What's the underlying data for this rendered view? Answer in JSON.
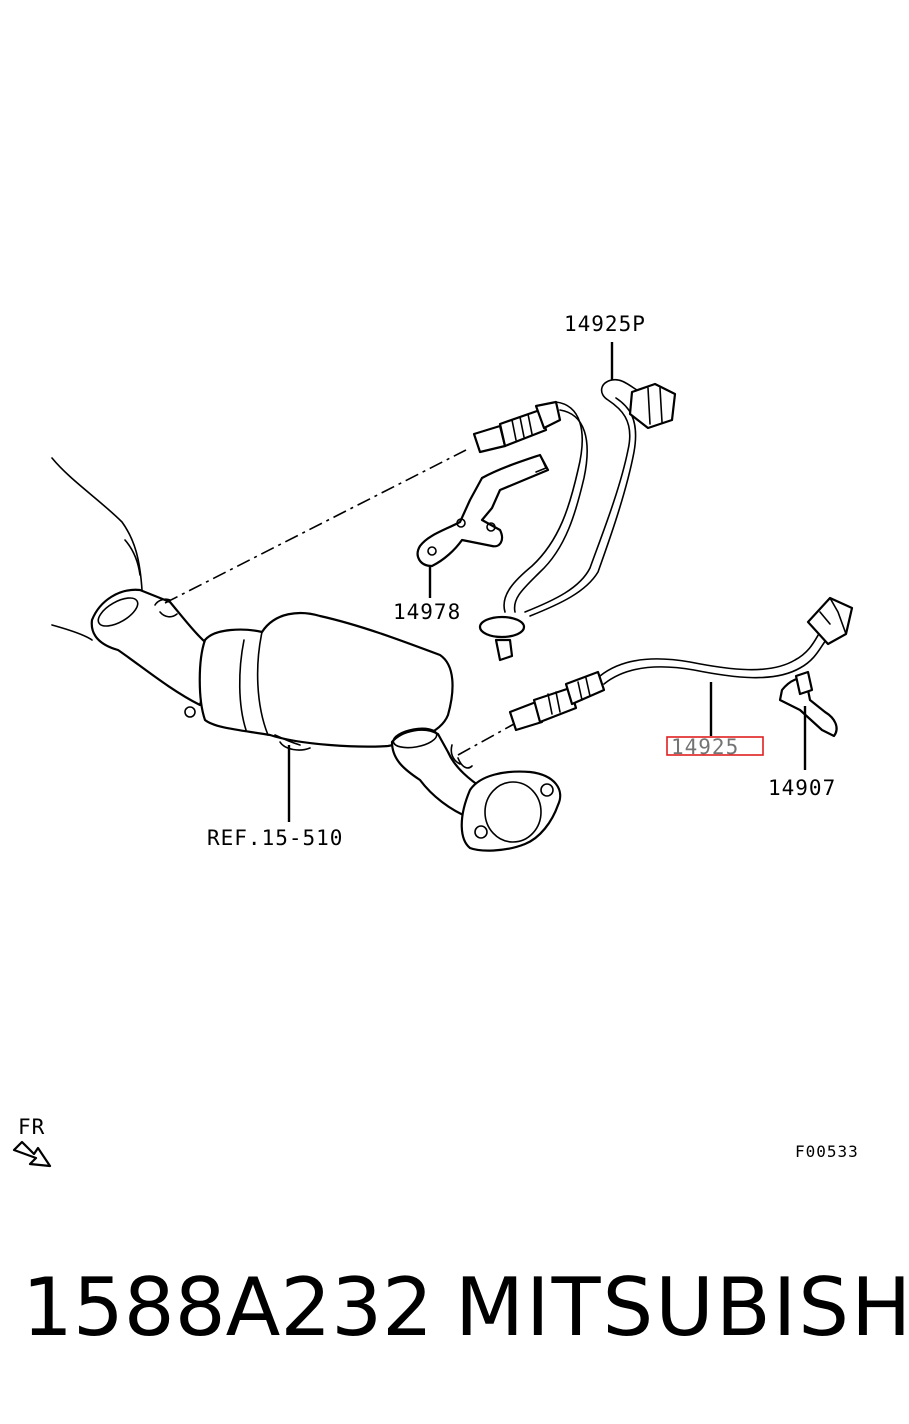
{
  "callouts": {
    "sensor_upper": "14925P",
    "bracket": "14978",
    "sensor_lower": "14925",
    "clip": "14907",
    "reference": "REF.15-510"
  },
  "highlight_color": "#e02020",
  "direction_label": "FR",
  "figure_code": "F00533",
  "footer": {
    "part_number": "1588A232",
    "brand": "MITSUBISHI"
  }
}
